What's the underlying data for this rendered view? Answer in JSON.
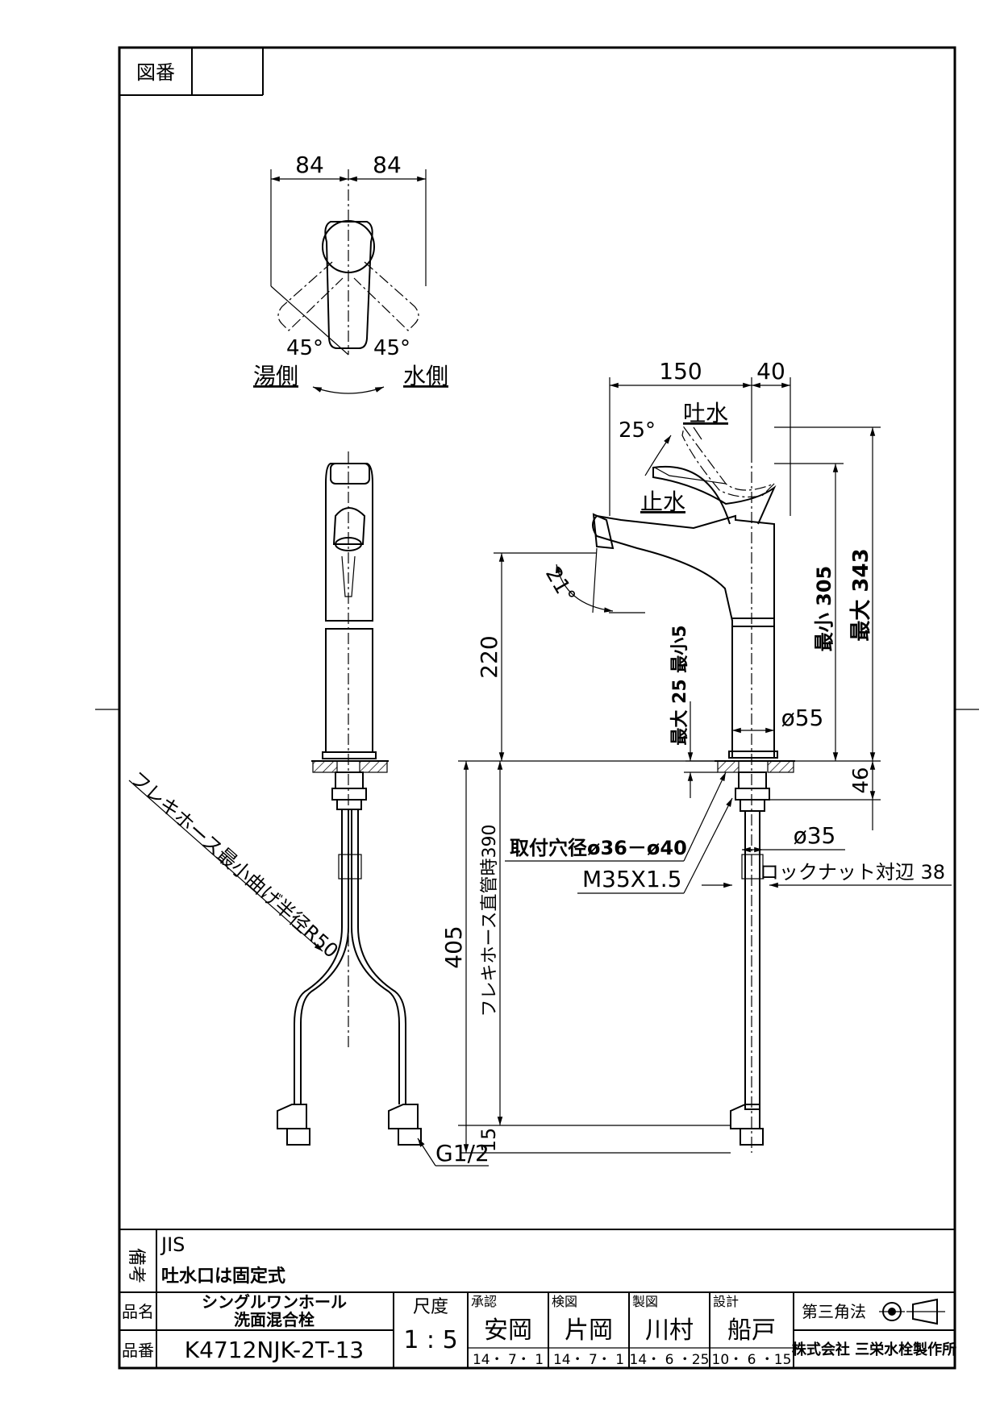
{
  "frame": {
    "drawing_no_label": "図番",
    "drawing_no_value": ""
  },
  "top_view": {
    "dim_left": "84",
    "dim_right": "84",
    "angle_left": "45°",
    "angle_right": "45°",
    "hot_side": "湯側",
    "cold_side": "水側"
  },
  "side_view": {
    "dim_150": "150",
    "dim_40": "40",
    "angle_25": "25°",
    "spout_open": "吐水",
    "spout_stop": "止水",
    "angle_21": "21°",
    "dim_220": "220",
    "dim_max25_min5": "最大 25 最小5",
    "dim_min305": "最小 305",
    "dim_max343": "最大 343",
    "dim_phi55": "ø55",
    "dim_46": "46",
    "dim_phi35": "ø35",
    "mount_hole": "取付穴径ø36－ø40",
    "thread": "M35X1.5",
    "locknut": "ロックナット対辺 38",
    "hose_length": "フレキホース直管時390",
    "dim_405": "405",
    "dim_15": "15",
    "g_thread": "G1/2",
    "bend_radius": "フレキホース最小曲げ半径R50"
  },
  "title_block": {
    "remarks_label": "備考",
    "remarks_line1": "JIS",
    "remarks_line2": "吐水口は固定式",
    "product_name_label": "品名",
    "product_name_line1": "シングルワンホール",
    "product_name_line2": "洗面混合栓",
    "product_no_label": "品番",
    "product_no": "K4712NJK-2T-13",
    "scale_label": "尺度",
    "scale_value": "1 : 5",
    "approved_label": "承認",
    "approved_name": "安岡",
    "approved_date": "14・ 7・ 1",
    "checked_label": "検図",
    "checked_name": "片岡",
    "checked_date": "14・ 7・ 1",
    "drawn_label": "製図",
    "drawn_name": "川村",
    "drawn_date": "14・ 6 ・25",
    "design_label": "設計",
    "design_name": "船戸",
    "design_date": "10・ 6 ・15",
    "projection": "第三角法",
    "company": "株式会社 三栄水栓製作所"
  }
}
